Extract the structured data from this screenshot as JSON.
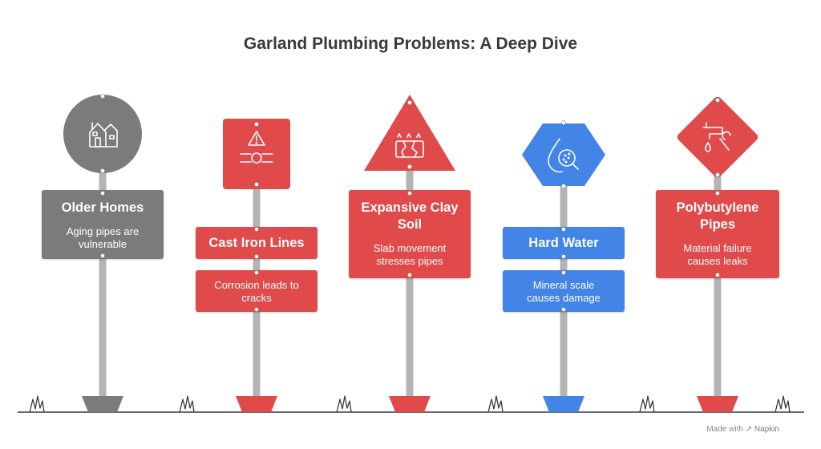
{
  "title": "Garland Plumbing Problems: A Deep Dive",
  "colors": {
    "gray": "#7b7b7b",
    "red": "#e04a4a",
    "blue": "#4285e6",
    "post": "#b4b4b4",
    "ground": "#3a3a3a"
  },
  "signs": [
    {
      "id": "older-homes",
      "sign_shape": "circle",
      "icon": "houses-icon",
      "color": "gray",
      "title_lines": [
        "Older Homes"
      ],
      "desc_lines": [
        "Aging pipes are",
        "vulnerable"
      ],
      "separate_description_board": false
    },
    {
      "id": "cast-iron-lines",
      "sign_shape": "rectangle",
      "icon": "warning-pipe-icon",
      "color": "red",
      "title_lines": [
        "Cast Iron Lines"
      ],
      "desc_lines": [
        "Corrosion leads to",
        "cracks"
      ],
      "separate_description_board": true
    },
    {
      "id": "expansive-clay-soil",
      "sign_shape": "triangle",
      "icon": "cracked-soil-icon",
      "color": "red",
      "title_lines": [
        "Expansive Clay",
        "Soil"
      ],
      "desc_lines": [
        "Slab movement",
        "stresses pipes"
      ],
      "separate_description_board": false
    },
    {
      "id": "hard-water",
      "sign_shape": "hexagon",
      "icon": "water-drop-magnifier-icon",
      "color": "blue",
      "title_lines": [
        "Hard Water"
      ],
      "desc_lines": [
        "Mineral scale",
        "causes damage"
      ],
      "separate_description_board": true
    },
    {
      "id": "polybutylene-pipes",
      "sign_shape": "diamond",
      "icon": "faucet-wrench-icon",
      "color": "red",
      "title_lines": [
        "Polybutylene",
        "Pipes"
      ],
      "desc_lines": [
        "Material failure",
        "causes leaks"
      ],
      "separate_description_board": false
    }
  ],
  "footer": {
    "made_with": "Made with",
    "brand": "Napkin"
  }
}
